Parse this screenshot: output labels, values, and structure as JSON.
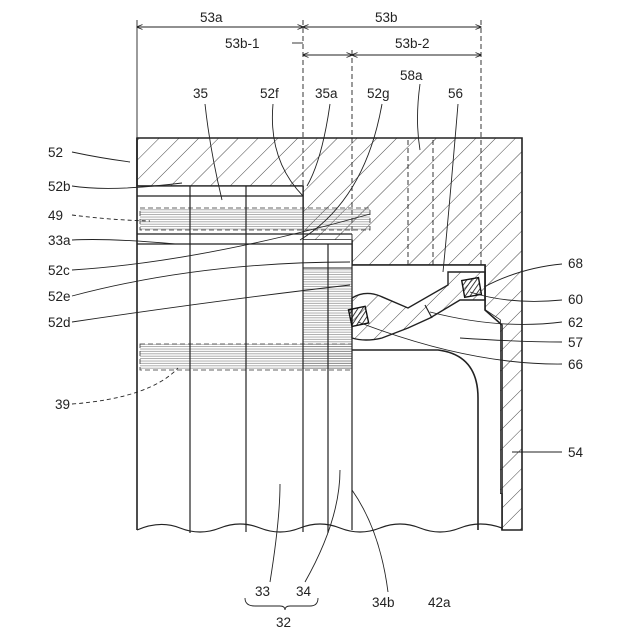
{
  "labels": {
    "d53a": "53a",
    "d53b": "53b",
    "d53b1": "53b-1",
    "d53b2": "53b-2",
    "l58a": "58a",
    "l35": "35",
    "l52f": "52f",
    "l35a": "35a",
    "l52g": "52g",
    "l56": "56",
    "l52": "52",
    "l52b": "52b",
    "l49": "49",
    "l33a": "33a",
    "l52c": "52c",
    "l52e": "52e",
    "l52d": "52d",
    "l39": "39",
    "l68": "68",
    "l60": "60",
    "l62": "62",
    "l57": "57",
    "l66": "66",
    "l54": "54",
    "l33": "33",
    "l34": "34",
    "l32": "32",
    "l34b": "34b",
    "l42a": "42a"
  }
}
